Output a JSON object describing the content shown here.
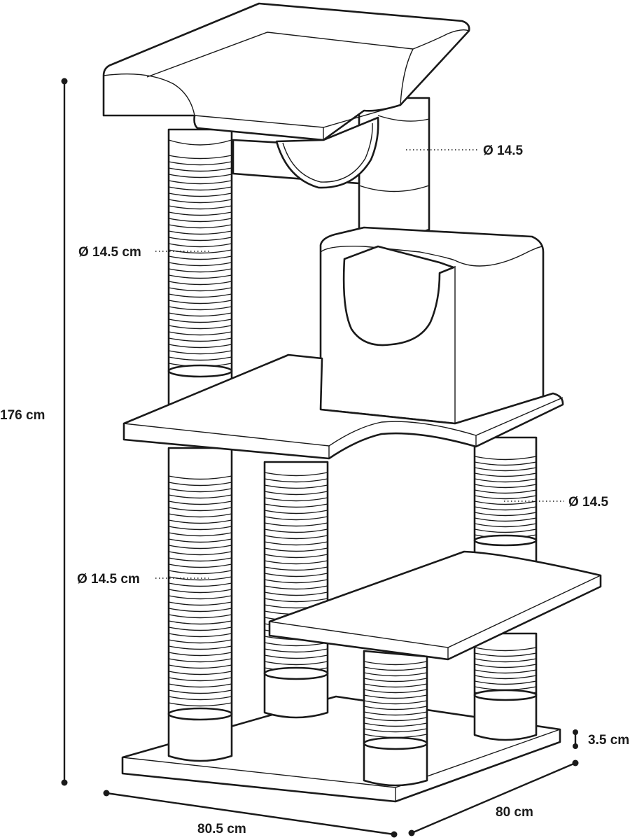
{
  "labels": {
    "height_total": "176 cm",
    "post_top_right": "Ø 14.5",
    "post_upper_left": "Ø 14.5 cm",
    "post_mid_right": "Ø 14.5",
    "post_lower_left": "Ø 14.5 cm",
    "base_thickness": "3.5 cm",
    "base_depth": "80 cm",
    "base_width": "80.5 cm"
  },
  "colors": {
    "line": "#1a1a1a",
    "background": "#ffffff"
  }
}
